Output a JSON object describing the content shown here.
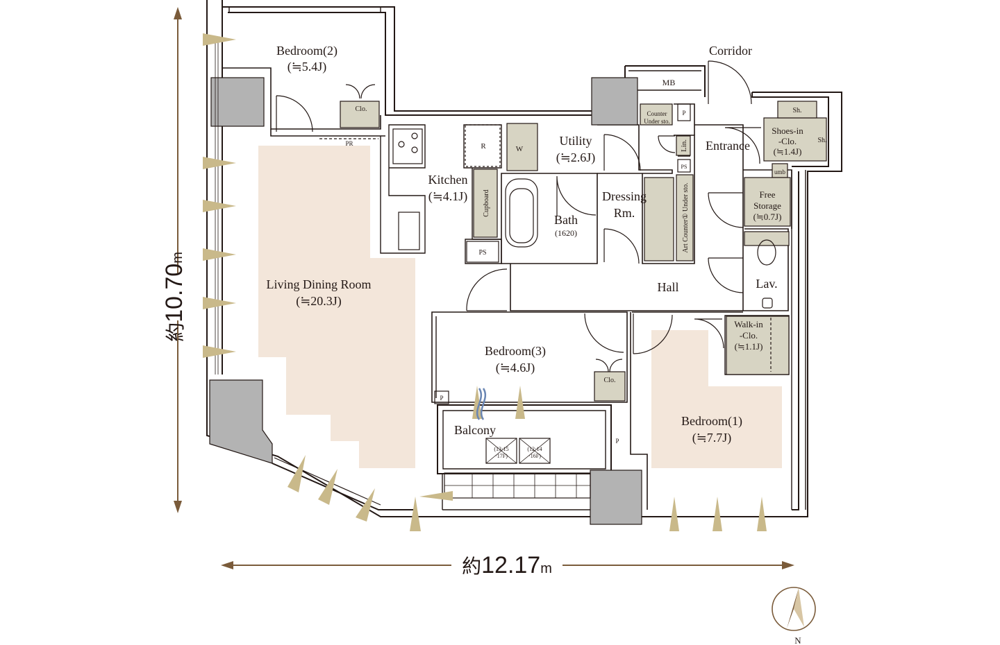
{
  "dimensions": {
    "height": {
      "prefix": "約",
      "value": "10.70",
      "unit": "m"
    },
    "width": {
      "prefix": "約",
      "value": "12.17",
      "unit": "m"
    }
  },
  "rooms": {
    "bedroom2": {
      "name": "Bedroom(2)",
      "area": "(≒5.4J)"
    },
    "ldk": {
      "name": "Living Dining Room",
      "area": "(≒20.3J)"
    },
    "kitchen": {
      "name": "Kitchen",
      "area": "(≒4.1J)"
    },
    "utility": {
      "name": "Utility",
      "area": "(≒2.6J)"
    },
    "bath": {
      "name": "Bath",
      "size": "(1620)"
    },
    "dressing_1": "Dressing",
    "dressing_2": "Rm.",
    "hall": "Hall",
    "entrance": "Entrance",
    "corridor": "Corridor",
    "lav": "Lav.",
    "bedroom3": {
      "name": "Bedroom(3)",
      "area": "(≒4.6J)"
    },
    "bedroom1": {
      "name": "Bedroom(1)",
      "area": "(≒7.7J)"
    },
    "balcony": "Balcony"
  },
  "storage": {
    "shoes_1": "Shoes-in",
    "shoes_2": "-Clo.",
    "shoes_3": "(≒1.4J)",
    "free_1": "Free",
    "free_2": "Storage",
    "free_3": "(≒0.7J)",
    "walkin_1": "Walk-in",
    "walkin_2": "-Clo.",
    "walkin_3": "(≒1.1J)",
    "clo": "Clo.",
    "sh": "Sh.",
    "umb": "umb",
    "cupboard": "Cupboard",
    "art_counter": "Art Counter① Under sto.",
    "lin": "Lin."
  },
  "fixtures": {
    "mb": "MB",
    "pr": "PR",
    "r": "R",
    "w": "W",
    "p": "P",
    "ps": "PS",
    "counter_1": "Counter",
    "counter_2": "Under sto.",
    "ac_1": "(13·15",
    "ac_2": "·17F)",
    "ac_3": "(12·14",
    "ac_4": "·16F)"
  },
  "compass": {
    "label": "N"
  },
  "colors": {
    "wall": "#231815",
    "floor_fill": "#f3e6da",
    "storage_fill": "#d7d4c3",
    "column_fill": "#b3b3b3",
    "arrow_fill": "#c9b98a",
    "dimension_line": "#7a5b3a"
  }
}
